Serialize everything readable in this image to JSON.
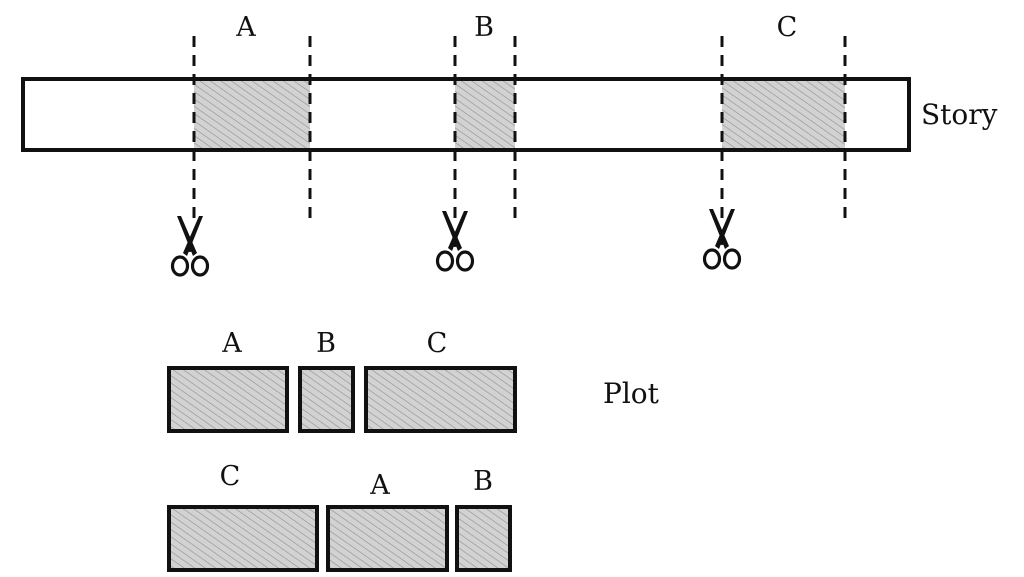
{
  "story": {
    "label": "Story",
    "segments": [
      {
        "id": "A",
        "label": "A"
      },
      {
        "id": "B",
        "label": "B"
      },
      {
        "id": "C",
        "label": "C"
      }
    ]
  },
  "plot": {
    "label": "Plot",
    "row1": [
      {
        "id": "A",
        "label": "A"
      },
      {
        "id": "B",
        "label": "B"
      },
      {
        "id": "C",
        "label": "C"
      }
    ],
    "row2": [
      {
        "id": "C",
        "label": "C"
      },
      {
        "id": "A",
        "label": "A"
      },
      {
        "id": "B",
        "label": "B"
      }
    ]
  },
  "icons": {
    "scissors": "scissors-icon"
  },
  "colors": {
    "stroke": "#111111",
    "hatch_fill": "#d2d2d2",
    "background": "#ffffff"
  }
}
